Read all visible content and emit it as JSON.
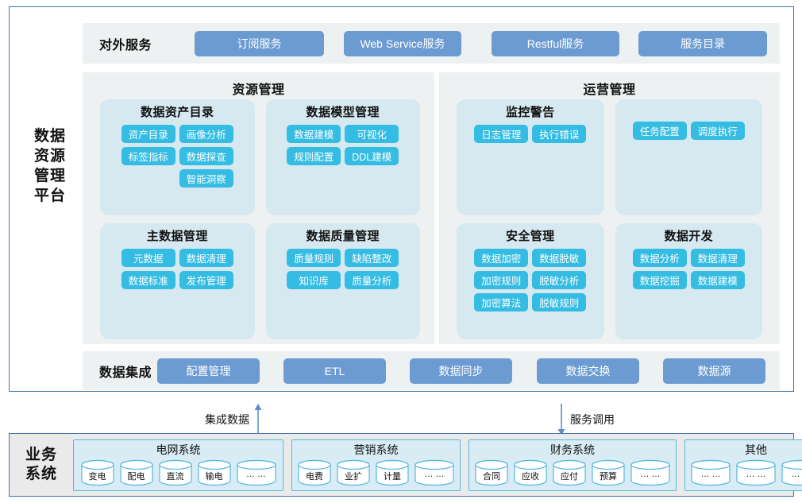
{
  "platform": {
    "label_lines": [
      "数据",
      "资源",
      "管理",
      "平台"
    ],
    "external_services": {
      "title": "对外服务",
      "buttons": [
        "订阅服务",
        "Web Service服务",
        "Restful服务",
        "服务目录"
      ]
    },
    "panels": [
      {
        "title": "资源管理",
        "groups": [
          {
            "title": "数据资产目录",
            "chips": [
              "资产目录",
              "画像分析",
              "标签指标",
              "数据探查",
              "",
              "智能洞察"
            ]
          },
          {
            "title": "数据模型管理",
            "chips": [
              "数据建模",
              "可视化",
              "规则配置",
              "DDL建模"
            ]
          },
          {
            "title": "主数据管理",
            "chips": [
              "元数据",
              "数据清理",
              "数据标准",
              "发布管理"
            ]
          },
          {
            "title": "数据质量管理",
            "chips": [
              "质量规则",
              "缺陷整改",
              "知识库",
              "质量分析"
            ]
          }
        ]
      },
      {
        "title": "运营管理",
        "groups": [
          {
            "title": "监控警告",
            "chips": [
              "日志管理",
              "执行错误"
            ]
          },
          {
            "title": "",
            "chips": [
              "任务配置",
              "调度执行"
            ]
          },
          {
            "title": "安全管理",
            "chips": [
              "数据加密",
              "数据脱敏",
              "加密规则",
              "脱敏分析",
              "加密算法",
              "脱敏规则"
            ]
          },
          {
            "title": "数据开发",
            "chips": [
              "数据分析",
              "数据清理",
              "数据挖掘",
              "数据建模"
            ]
          }
        ]
      }
    ],
    "data_integration": {
      "title": "数据集成",
      "buttons": [
        "配置管理",
        "ETL",
        "数据同步",
        "数据交换",
        "数据源"
      ]
    }
  },
  "connectors": [
    {
      "label": "集成数据",
      "direction": "up"
    },
    {
      "label": "服务调用",
      "direction": "down"
    }
  ],
  "business_systems": {
    "label_lines": [
      "业务",
      "系统"
    ],
    "groups": [
      {
        "title": "电网系统",
        "items": [
          "变电",
          "配电",
          "直流",
          "输电",
          "… …"
        ]
      },
      {
        "title": "营销系统",
        "items": [
          "电费",
          "业扩",
          "计量",
          "… …"
        ]
      },
      {
        "title": "财务系统",
        "items": [
          "合同",
          "应收",
          "应付",
          "预算",
          "… …"
        ]
      },
      {
        "title": "其他",
        "items": [
          "… …",
          "… …",
          "… …"
        ]
      }
    ]
  },
  "colors": {
    "frame_border": "#4472a8",
    "band_bg": "#eef1f2",
    "subpanel_bg": "#d6e9f0",
    "chip_blue": "#35bce2",
    "button_blue": "#6c9bd2",
    "biz_bg": "#eaeaea",
    "biz_group_bg": "#d9ecf4",
    "biz_group_border": "#56b8e0",
    "arrow": "#5b8fc9"
  }
}
